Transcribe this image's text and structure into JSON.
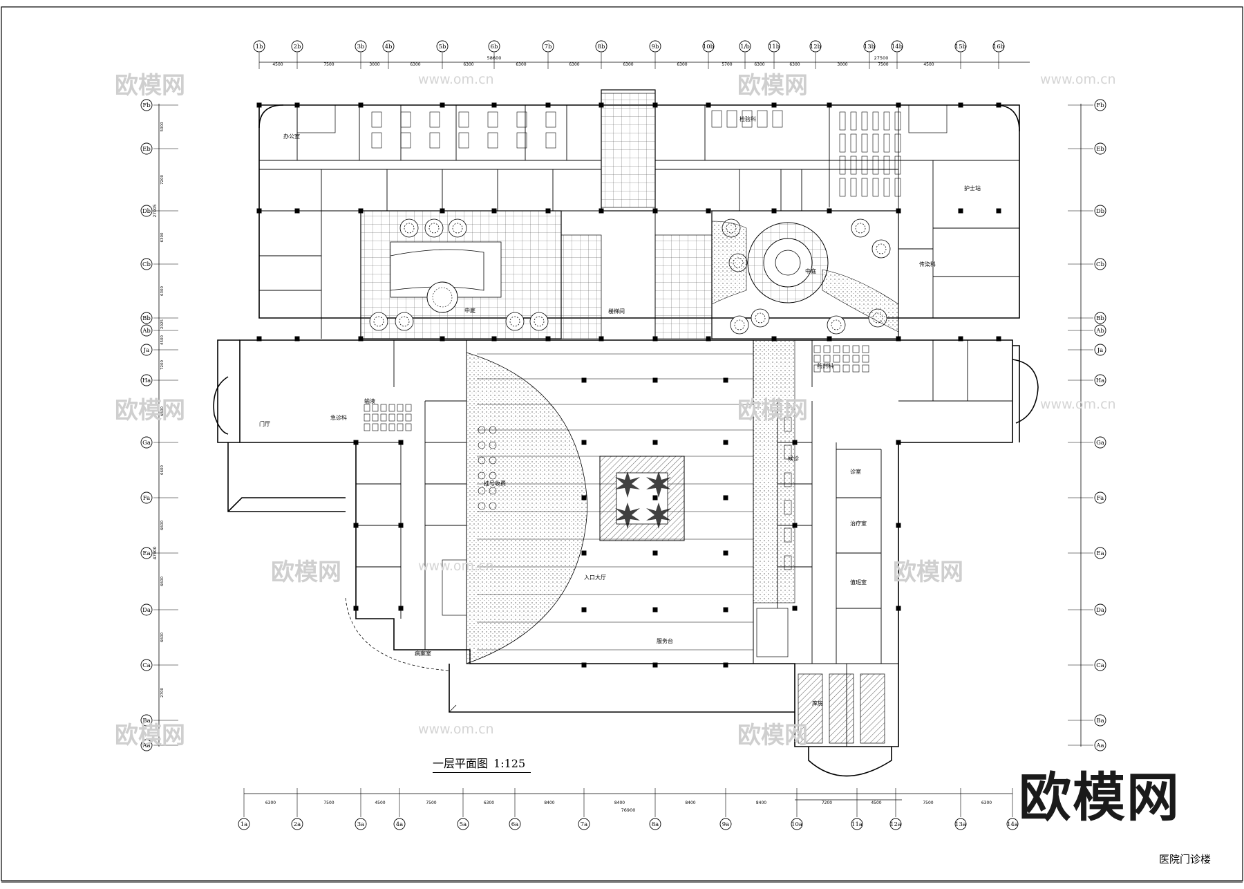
{
  "title": {
    "main": "一层平面图",
    "scale": "1:125",
    "project": "医院门诊楼"
  },
  "logo": "欧模网",
  "watermark": {
    "brand": "欧模网",
    "url": "www.om.cn"
  },
  "grid": {
    "top_columns": [
      "1b",
      "2b",
      "3b",
      "4b",
      "5b",
      "6b",
      "7b",
      "8b",
      "9b",
      "10b",
      "1/b",
      "11b",
      "12b",
      "13b",
      "14b",
      "15b",
      "16b"
    ],
    "bottom_columns": [
      "1a",
      "2a",
      "3a",
      "4a",
      "5a",
      "6a",
      "7a",
      "8a",
      "9a",
      "10a",
      "11a",
      "12a",
      "13a",
      "14a"
    ],
    "left_rows": [
      "Fb",
      "Eb",
      "Db",
      "Cb",
      "Bb",
      "Ab",
      "Ja",
      "Ha",
      "Ga",
      "Fa",
      "Ea",
      "Da",
      "Ca",
      "Ba",
      "Aa"
    ],
    "right_rows": [
      "Fb",
      "Eb",
      "Db",
      "Cb",
      "Bb",
      "Ab",
      "Ja",
      "Ha",
      "Ga",
      "Fa",
      "Ea",
      "Da",
      "Ca",
      "Ba",
      "Aa"
    ],
    "top_dims": [
      "4500",
      "7500",
      "3000",
      "6300",
      "6300",
      "6300",
      "6300",
      "6300",
      "6300",
      "5700",
      "6300",
      "6300",
      "3000",
      "7500",
      "4500"
    ],
    "top_totals": [
      "58600",
      "27500"
    ],
    "bottom_dims": [
      "6300",
      "7500",
      "4500",
      "7500",
      "6300",
      "8400",
      "8400",
      "8400",
      "8400",
      "7200",
      "4500",
      "7500",
      "6300"
    ],
    "bottom_total": "76900",
    "left_dims": [
      "5000",
      "7200",
      "6300",
      "6300",
      "2025",
      "4500",
      "7200",
      "6600",
      "6600",
      "6600",
      "6600",
      "6600",
      "2700"
    ],
    "left_totals": [
      "27005",
      "47900"
    ]
  },
  "rooms": [
    {
      "id": "lobby",
      "label": "入口大厅"
    },
    {
      "id": "emergency",
      "label": "急诊科"
    },
    {
      "id": "infusion",
      "label": "输液"
    },
    {
      "id": "pharmacy",
      "label": "药剂科"
    },
    {
      "id": "courtyard-left",
      "label": "中庭"
    },
    {
      "id": "courtyard-right",
      "label": "中庭"
    },
    {
      "id": "infectious",
      "label": "传染科"
    },
    {
      "id": "stairs-main",
      "label": "楼梯间"
    },
    {
      "id": "registration",
      "label": "挂号收费"
    },
    {
      "id": "waiting",
      "label": "候诊"
    },
    {
      "id": "office",
      "label": "办公室"
    },
    {
      "id": "lab",
      "label": "检验科"
    },
    {
      "id": "consult",
      "label": "诊室"
    },
    {
      "id": "treatment",
      "label": "治疗室"
    },
    {
      "id": "duty",
      "label": "值班室"
    },
    {
      "id": "anteroom",
      "label": "门厅"
    },
    {
      "id": "records",
      "label": "病案室"
    },
    {
      "id": "storage",
      "label": "库房"
    },
    {
      "id": "service-desk",
      "label": "服务台"
    },
    {
      "id": "nurse",
      "label": "护士站"
    }
  ],
  "colors": {
    "line": "#000000",
    "watermark": "#d0d0d0",
    "paper": "#ffffff"
  }
}
